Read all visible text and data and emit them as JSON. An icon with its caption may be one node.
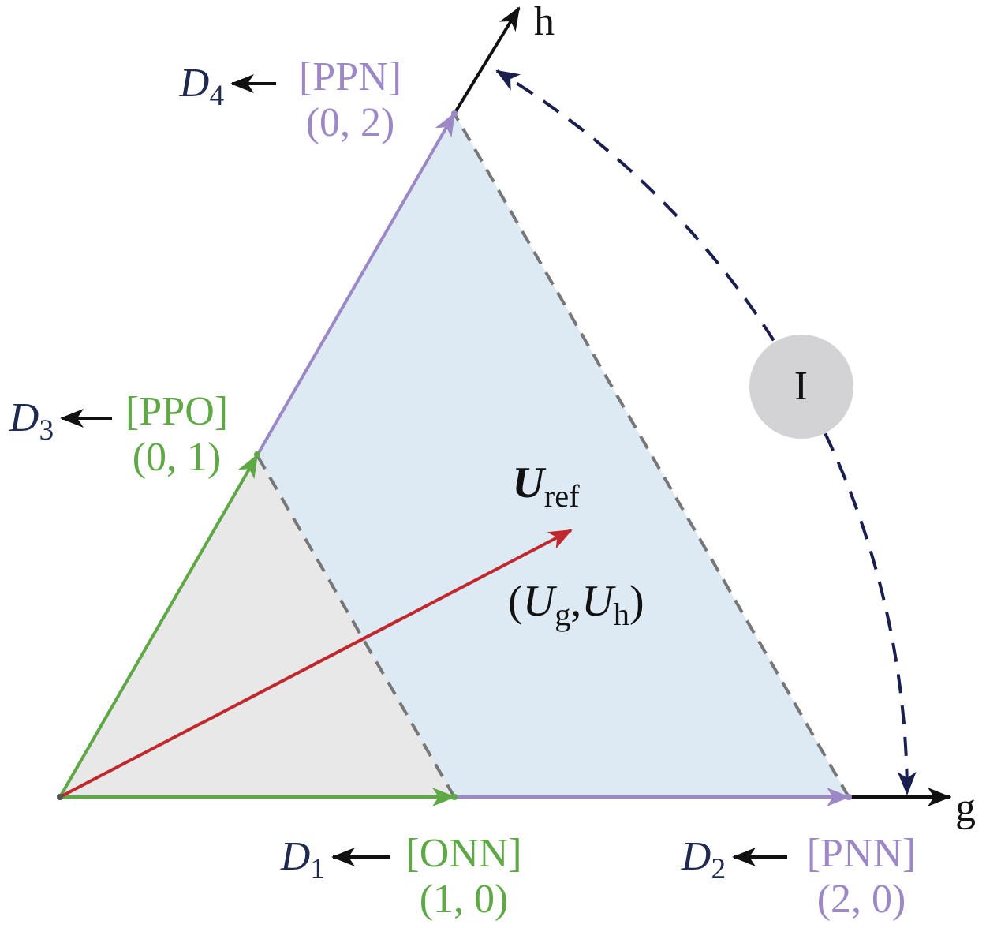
{
  "diagram": {
    "nodes": [
      {
        "text": [],
        "shape": "point"
      },
      {
        "text": [],
        "shape": "point"
      },
      {
        "text": [],
        "shape": "point"
      },
      {
        "text": [],
        "shape": "point"
      },
      {
        "text": [],
        "shape": "point"
      },
      {
        "text": [
          "*D*$_{1}$"
        ]
      },
      {
        "text": [
          "[ONN]",
          "(1, 0)"
        ]
      },
      {
        "text": [
          "*D*$_{2}$"
        ]
      },
      {
        "text": [
          "[PNN]",
          "(2, 0)"
        ]
      },
      {
        "text": [
          "*D*$_{3}$"
        ]
      },
      {
        "text": [
          "[PPO]",
          "(0, 1)"
        ]
      },
      {
        "text": [
          "*D*$_{4}$"
        ]
      },
      {
        "text": [
          "[PPN]",
          "(0, 2)"
        ]
      },
      {
        "text": [
          "g"
        ]
      },
      {
        "text": [
          "h"
        ]
      },
      {
        "text": [
          "I"
        ]
      },
      {
        "text": [
          "**U**$_{ref}$"
        ]
      }
    ],
    "edges": [
      {
        "from": 0,
        "to": 1,
        "arrow": "to",
        "color": "#5ea845"
      },
      {
        "from": 0,
        "to": 3,
        "arrow": "to",
        "color": "#5ea845"
      },
      {
        "from": 1,
        "to": 2,
        "arrow": "to",
        "color": "#9c88c6"
      },
      {
        "from": 3,
        "to": 4,
        "arrow": "to",
        "color": "#9c88c6"
      },
      {
        "from": 0,
        "to": 16,
        "arrow": "to",
        "color": "#c0282d"
      },
      {
        "from": 2,
        "to": 13,
        "arrow": "to",
        "color": "#111111"
      },
      {
        "from": 4,
        "to": 14,
        "arrow": "to",
        "color": "#111111"
      },
      {
        "from": 6,
        "to": 5,
        "arrow": "to",
        "color": "#111111"
      },
      {
        "from": 8,
        "to": 7,
        "arrow": "to",
        "color": "#111111"
      },
      {
        "from": 10,
        "to": 9,
        "arrow": "to",
        "color": "#111111"
      },
      {
        "from": 12,
        "to": 11,
        "arrow": "to",
        "color": "#111111"
      },
      {
        "from": 15,
        "to": 14,
        "arrow": "to",
        "style": "dashed",
        "color": "#1b1f4f"
      },
      {
        "from": 15,
        "to": 13,
        "arrow": "to",
        "style": "dashed",
        "color": "#1b1f4f"
      }
    ],
    "labels": [
      "(*U*$_{g}$,*U*$_{h}$)"
    ]
  }
}
